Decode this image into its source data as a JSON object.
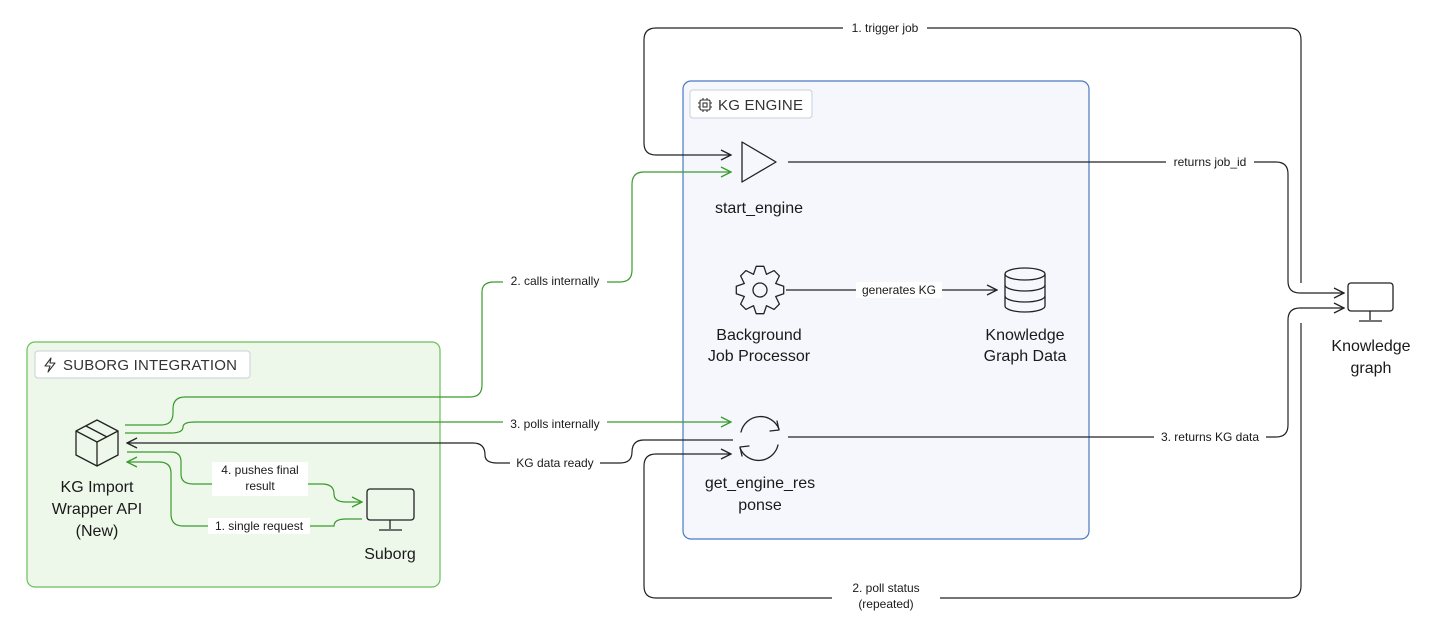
{
  "groups": {
    "kg_engine": {
      "label": "KG ENGINE",
      "icon": "chip-icon",
      "fill": "#f5f7fc",
      "stroke": "#4a78c2"
    },
    "suborg_integration": {
      "label": "SUBORG INTEGRATION",
      "icon": "lightning-icon",
      "fill": "#eef8ea",
      "stroke": "#6bbf59"
    }
  },
  "nodes": {
    "start_engine": {
      "label_lines": [
        "start_engine"
      ],
      "icon": "play-triangle-icon"
    },
    "background_job_processor": {
      "label_lines": [
        "Background",
        "Job Processor"
      ],
      "icon": "gear-icon"
    },
    "knowledge_graph_data": {
      "label_lines": [
        "Knowledge",
        "Graph Data"
      ],
      "icon": "database-icon"
    },
    "get_engine_response": {
      "label_lines": [
        "get_engine_res",
        "ponse"
      ],
      "icon": "refresh-icon"
    },
    "knowledge_graph": {
      "label_lines": [
        "Knowledge",
        "graph"
      ],
      "icon": "monitor-icon"
    },
    "kg_import_wrapper": {
      "label_lines": [
        "KG Import",
        "Wrapper API",
        "(New)"
      ],
      "icon": "box-icon"
    },
    "suborg": {
      "label_lines": [
        "Suborg"
      ],
      "icon": "monitor-icon"
    }
  },
  "edges": {
    "trigger_job": {
      "label_lines": [
        "1. trigger job"
      ]
    },
    "returns_job_id": {
      "label_lines": [
        "returns job_id"
      ]
    },
    "generates_kg": {
      "label_lines": [
        "generates KG"
      ]
    },
    "calls_internally": {
      "label_lines": [
        "2. calls internally"
      ]
    },
    "polls_internally": {
      "label_lines": [
        "3. polls internally"
      ]
    },
    "kg_data_ready": {
      "label_lines": [
        "KG data ready"
      ]
    },
    "returns_kg_data": {
      "label_lines": [
        "3. returns KG data"
      ]
    },
    "poll_status": {
      "label_lines": [
        "2. poll status",
        "(repeated)"
      ]
    },
    "pushes_final_result": {
      "label_lines": [
        "4. pushes final",
        "result"
      ]
    },
    "single_request": {
      "label_lines": [
        "1. single request"
      ]
    }
  },
  "colors": {
    "black_edge": "#222222",
    "green_edge": "#3a9a2e",
    "icon_stroke": "#222222"
  }
}
